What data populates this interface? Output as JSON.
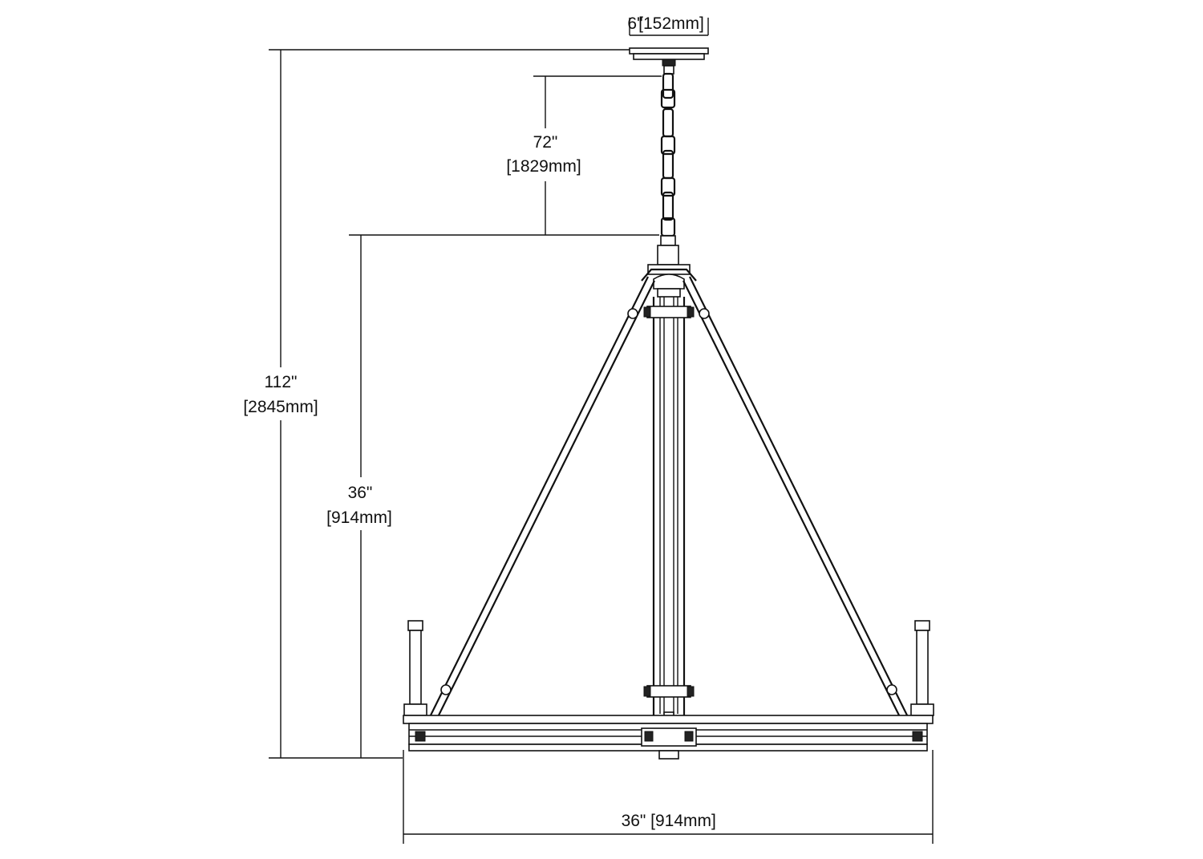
{
  "dimensions": {
    "canopy_width": {
      "imperial": "6\"",
      "metric": "[152mm]"
    },
    "chain_length": {
      "imperial": "72\"",
      "metric": "[1829mm]"
    },
    "overall_height": {
      "imperial": "112\"",
      "metric": "[2845mm]"
    },
    "fixture_height": {
      "imperial": "36\"",
      "metric": "[914mm]"
    },
    "fixture_width": {
      "imperial": "36\"",
      "metric": "[914mm]"
    }
  },
  "colors": {
    "line": "#111111",
    "background": "#ffffff"
  }
}
